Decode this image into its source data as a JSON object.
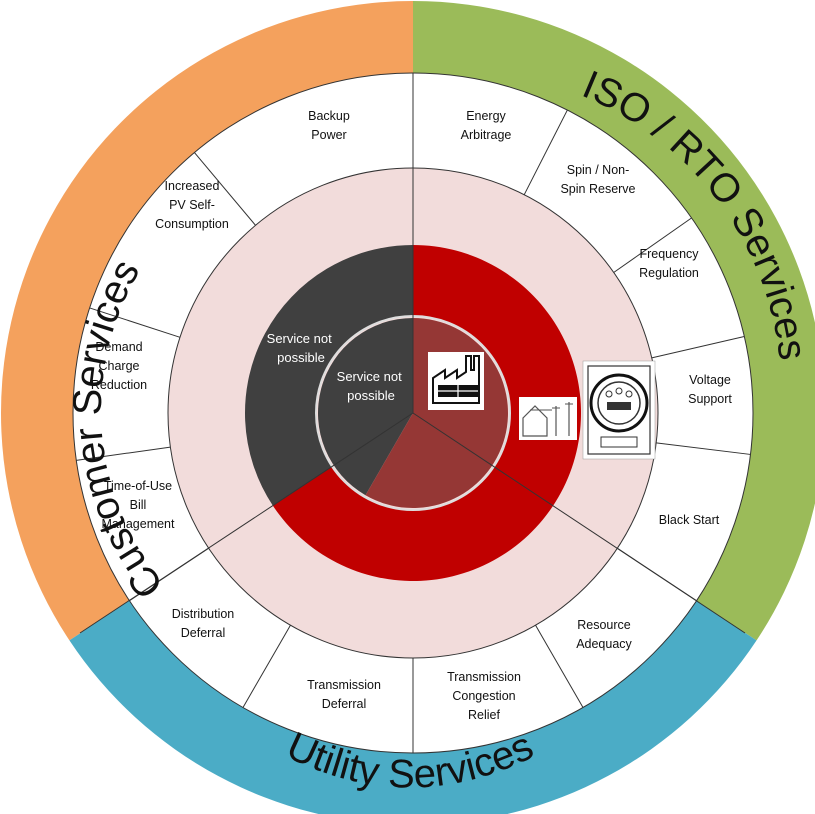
{
  "categories": {
    "customer": {
      "label": "Customer Services",
      "color": "#f4a15d"
    },
    "iso": {
      "label": "ISO / RTO Services",
      "color": "#9bbb59"
    },
    "utility": {
      "label": "Utility Services",
      "color": "#4bacc6"
    }
  },
  "services": [
    {
      "id": "backup-power",
      "lines": [
        "Backup",
        "Power"
      ]
    },
    {
      "id": "energy-arbitrage",
      "lines": [
        "Energy",
        "Arbitrage"
      ]
    },
    {
      "id": "spin-reserve",
      "lines": [
        "Spin / Non-",
        "Spin Reserve"
      ]
    },
    {
      "id": "frequency-regulation",
      "lines": [
        "Frequency",
        "Regulation"
      ]
    },
    {
      "id": "voltage-support",
      "lines": [
        "Voltage",
        "Support"
      ]
    },
    {
      "id": "black-start",
      "lines": [
        "Black Start"
      ]
    },
    {
      "id": "resource-adequacy",
      "lines": [
        "Resource",
        "Adequacy"
      ]
    },
    {
      "id": "transmission-congestion-relief",
      "lines": [
        "Transmission",
        "Congestion",
        "Relief"
      ]
    },
    {
      "id": "transmission-deferral",
      "lines": [
        "Transmission",
        "Deferral"
      ]
    },
    {
      "id": "distribution-deferral",
      "lines": [
        "Distribution",
        "Deferral"
      ]
    },
    {
      "id": "time-of-use",
      "lines": [
        "Time-of-Use",
        "Bill",
        "Management"
      ]
    },
    {
      "id": "demand-charge-reduction",
      "lines": [
        "Demand",
        "Charge",
        "Reduction"
      ]
    },
    {
      "id": "pv-self-consumption",
      "lines": [
        "Increased",
        "PV Self-",
        "Consumption"
      ]
    }
  ],
  "inner": {
    "outer_ring_note": [
      "Service not",
      "possible"
    ],
    "core_note": [
      "Service not",
      "possible"
    ]
  },
  "colors": {
    "pink_ring": "#f2dcdb",
    "dark": "#404040",
    "red": "#c00000",
    "dark_red": "#953735"
  },
  "icons": [
    "factory-icon",
    "house-icon",
    "meter-icon"
  ]
}
